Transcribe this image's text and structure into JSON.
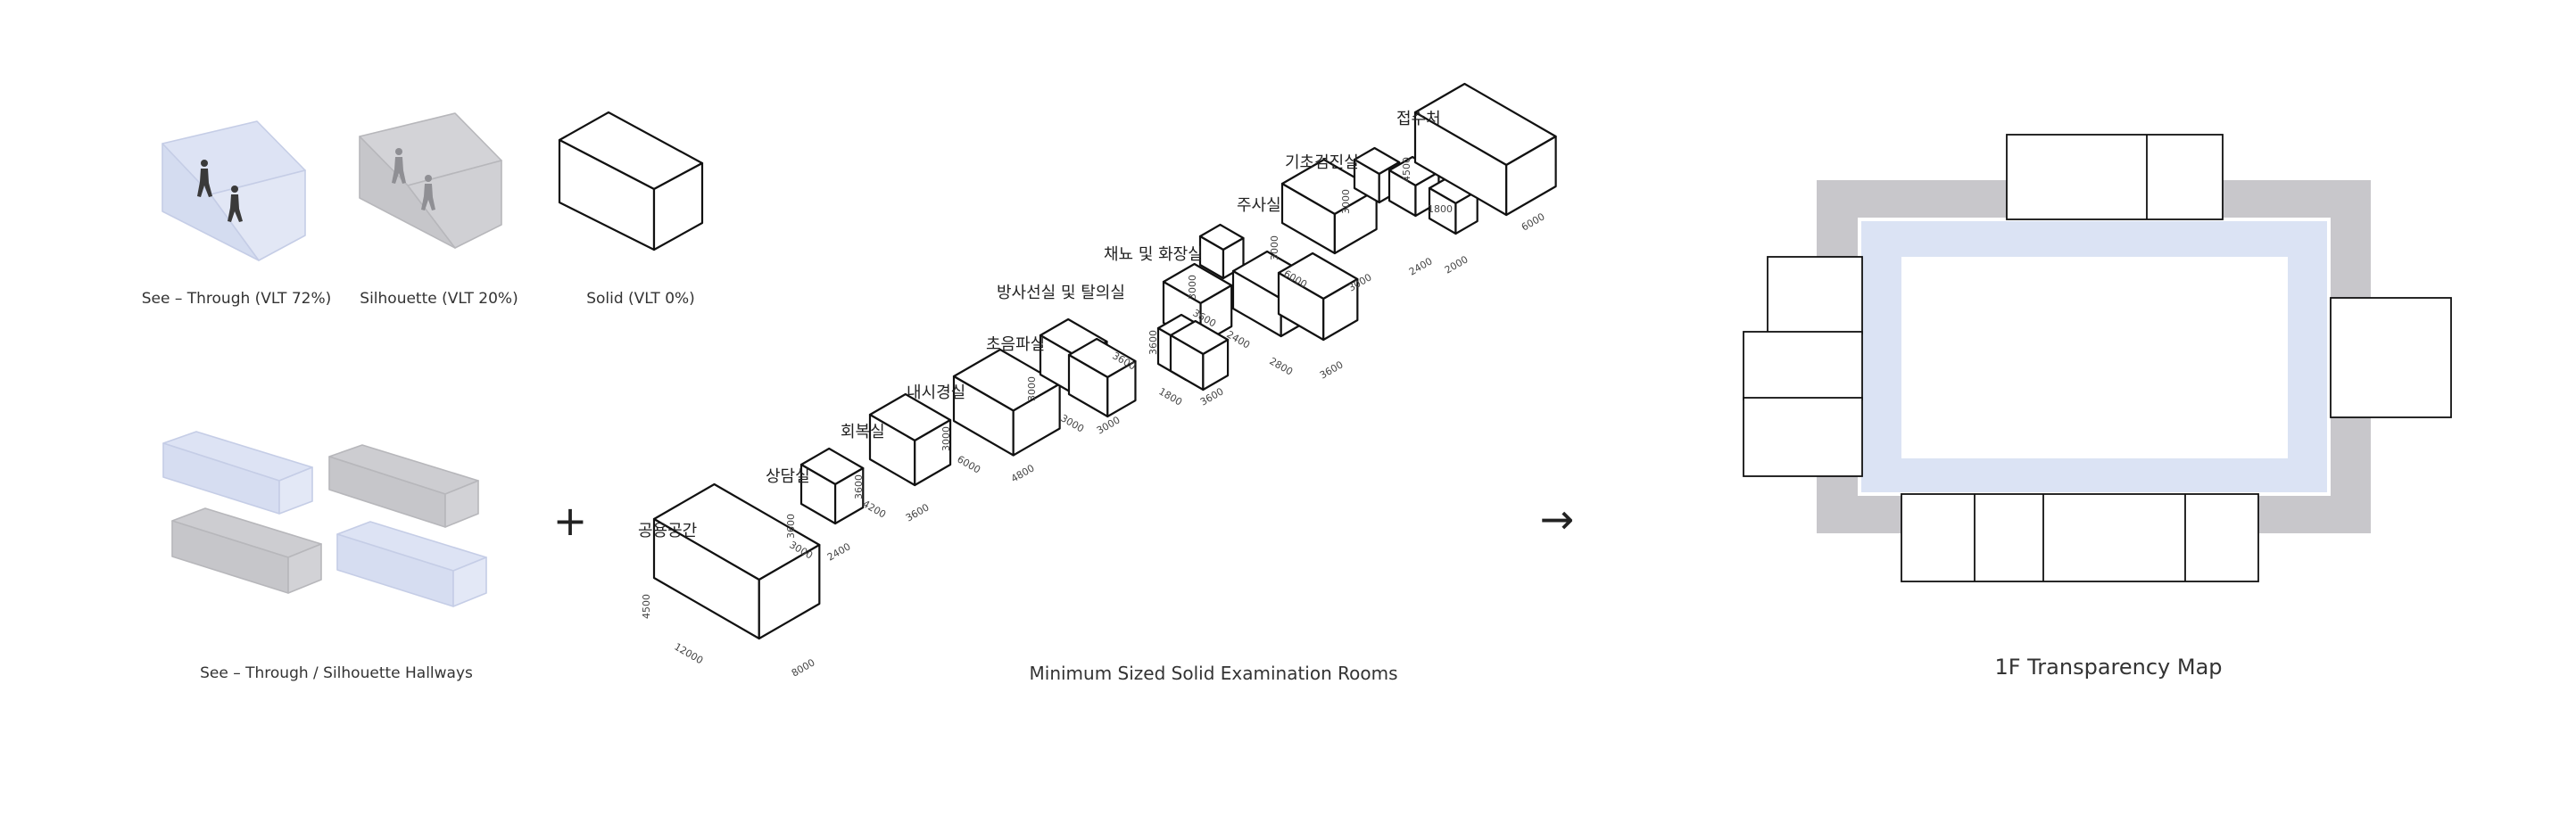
{
  "colors": {
    "see_through_fill": "#dde3f4",
    "silhouette_fill": "#cdcdd1",
    "solid_stroke": "#111111",
    "map_outer_gray": "#c8c7cb",
    "map_blue_ring": "#dbe3f4"
  },
  "legend": {
    "see_through": "See – Through (VLT 72%)",
    "silhouette": "Silhouette (VLT 20%)",
    "solid": "Solid (VLT 0%)"
  },
  "hallways_caption": "See – Through / Silhouette Hallways",
  "plus_symbol": "+",
  "arrow_symbol": "→",
  "rooms_caption": "Minimum Sized Solid Examination Rooms",
  "map_caption": "1F Transparency Map",
  "rooms": [
    {
      "name": "공용공간",
      "dims": [
        "4500",
        "12000",
        "8000"
      ]
    },
    {
      "name": "상담실",
      "dims": [
        "3600",
        "3000",
        "2400"
      ]
    },
    {
      "name": "회복실",
      "dims": [
        "3600",
        "4200",
        "3600"
      ]
    },
    {
      "name": "내시경실",
      "dims": [
        "3000",
        "6000",
        "4800"
      ]
    },
    {
      "name": "초음파실",
      "dims": [
        "3000",
        "3000",
        "3000"
      ]
    },
    {
      "name": "방사선실 및 탈의실",
      "dims": [
        "3600",
        "3600",
        "1800",
        "3600"
      ]
    },
    {
      "name": "채뇨 및 화장실",
      "dims": [
        "3000",
        "3600",
        "2400",
        "2800",
        "3600"
      ]
    },
    {
      "name": "주사실",
      "dims": [
        "3000",
        "6000",
        "3000"
      ]
    },
    {
      "name": "기초검진실",
      "dims": [
        "3000",
        "1800",
        "2400",
        "2000"
      ]
    },
    {
      "name": "접수처",
      "dims": [
        "4500",
        "6000"
      ]
    }
  ]
}
